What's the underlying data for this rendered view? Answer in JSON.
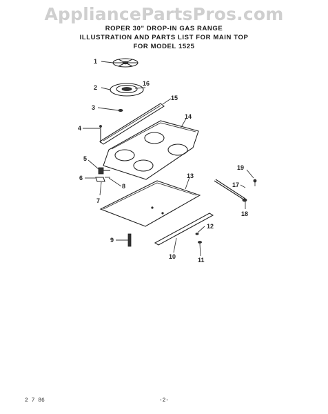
{
  "watermark": "AppliancePartsPros.com",
  "header": {
    "line1": "ROPER 30\" DROP-IN GAS RANGE",
    "line2": "ILLUSTRATION AND PARTS LIST FOR MAIN TOP",
    "line3": "FOR MODEL 1525"
  },
  "callouts": {
    "c1": "1",
    "c2": "2",
    "c3": "3",
    "c4": "4",
    "c5": "5",
    "c6": "6",
    "c7": "7",
    "c8": "8",
    "c9": "9",
    "c10": "10",
    "c11": "11",
    "c12": "12",
    "c13": "13",
    "c14": "14",
    "c15": "15",
    "c16": "16",
    "c17": "17",
    "c18": "18",
    "c19": "19"
  },
  "footer": {
    "date": "2 7 86",
    "page": "-2-"
  }
}
